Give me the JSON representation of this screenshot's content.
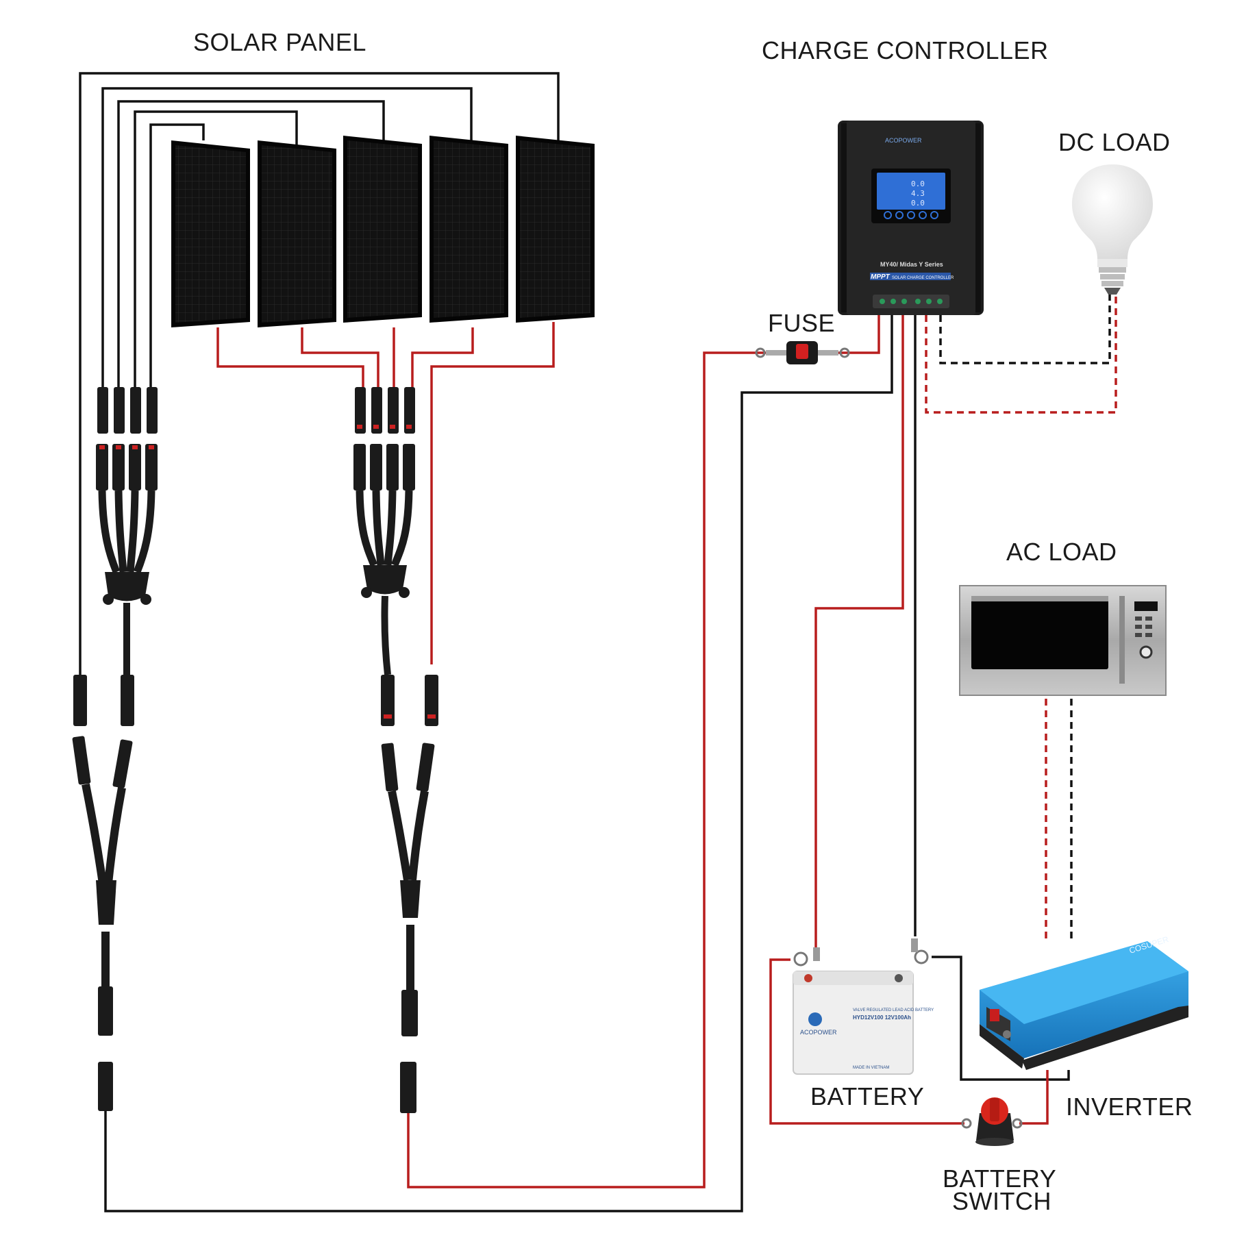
{
  "labels": {
    "solar_panel": "SOLAR PANEL",
    "charge_controller": "CHARGE CONTROLLER",
    "dc_load": "DC LOAD",
    "fuse": "FUSE",
    "ac_load": "AC LOAD",
    "battery": "BATTERY",
    "inverter": "INVERTER",
    "battery_switch_line1": "BATTERY",
    "battery_switch_line2": "SWITCH"
  },
  "controller": {
    "brand": "ACOPOWER",
    "model": "MY40/ Midas Y Series",
    "badge": "MPPT",
    "subtitle": "SOLAR CHARGE CONTROLLER",
    "display_line1": "0.0",
    "display_line2": "4.3",
    "display_line3": "0.0"
  },
  "battery_label": {
    "brand": "ACOPOWER",
    "type": "VALVE REGULATED LEAD ACID BATTERY",
    "model": "HYD12V100 12V100Ah",
    "origin": "MADE IN VIETNAM"
  },
  "inverter_label": {
    "brand": "COSUPER"
  },
  "colors": {
    "positive_wire": "#b81d1d",
    "negative_wire": "#111111",
    "controller_screen": "#2f6fd6",
    "inverter_body": "#1e8fd6"
  }
}
